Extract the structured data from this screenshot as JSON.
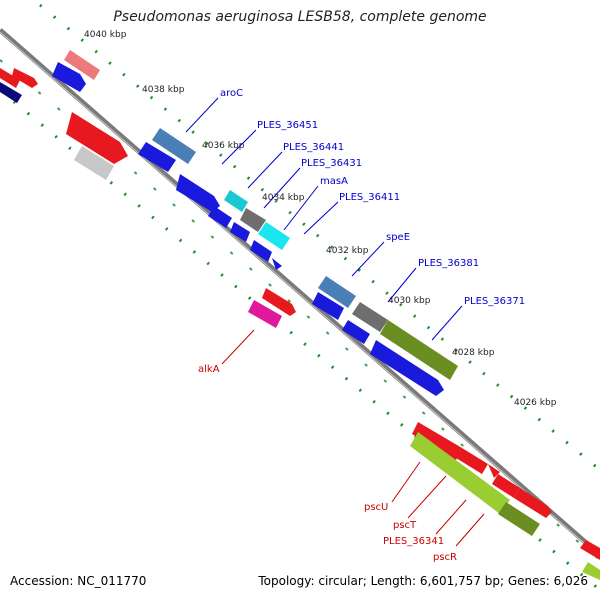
{
  "title": "Pseudomonas aeruginosa LESB58, complete genome",
  "accession": "Accession: NC_011770",
  "summary": "Topology: circular; Length: 6,601,757 bp; Genes: 6,026",
  "scale_labels": [
    "4040 kbp",
    "4038 kbp",
    "4036 kbp",
    "4034 kbp",
    "4032 kbp",
    "4030 kbp",
    "4028 kbp",
    "4026 kbp"
  ],
  "gene_labels": {
    "forward": [
      "aroC",
      "PLES_36451",
      "PLES_36441",
      "PLES_36431",
      "masA",
      "PLES_36411",
      "speE",
      "PLES_36381",
      "PLES_36371"
    ],
    "reverse": [
      "alkA",
      "pscU",
      "pscT",
      "PLES_36341",
      "pscR"
    ]
  },
  "colors": {
    "backbone": "#808080",
    "forward_label": "#0000cc",
    "reverse_label": "#cc0000",
    "scale_tick": "#228b22",
    "blue_gene": "#1a1adc",
    "red_gene": "#e8191e",
    "steel_gene": "#4a7fb5",
    "cyan_gene": "#19c8d2",
    "olive_gene": "#6b8e23",
    "lime_gene": "#9acd32",
    "magenta_gene": "#e0189a",
    "gray_gene": "#6e6e6e"
  }
}
